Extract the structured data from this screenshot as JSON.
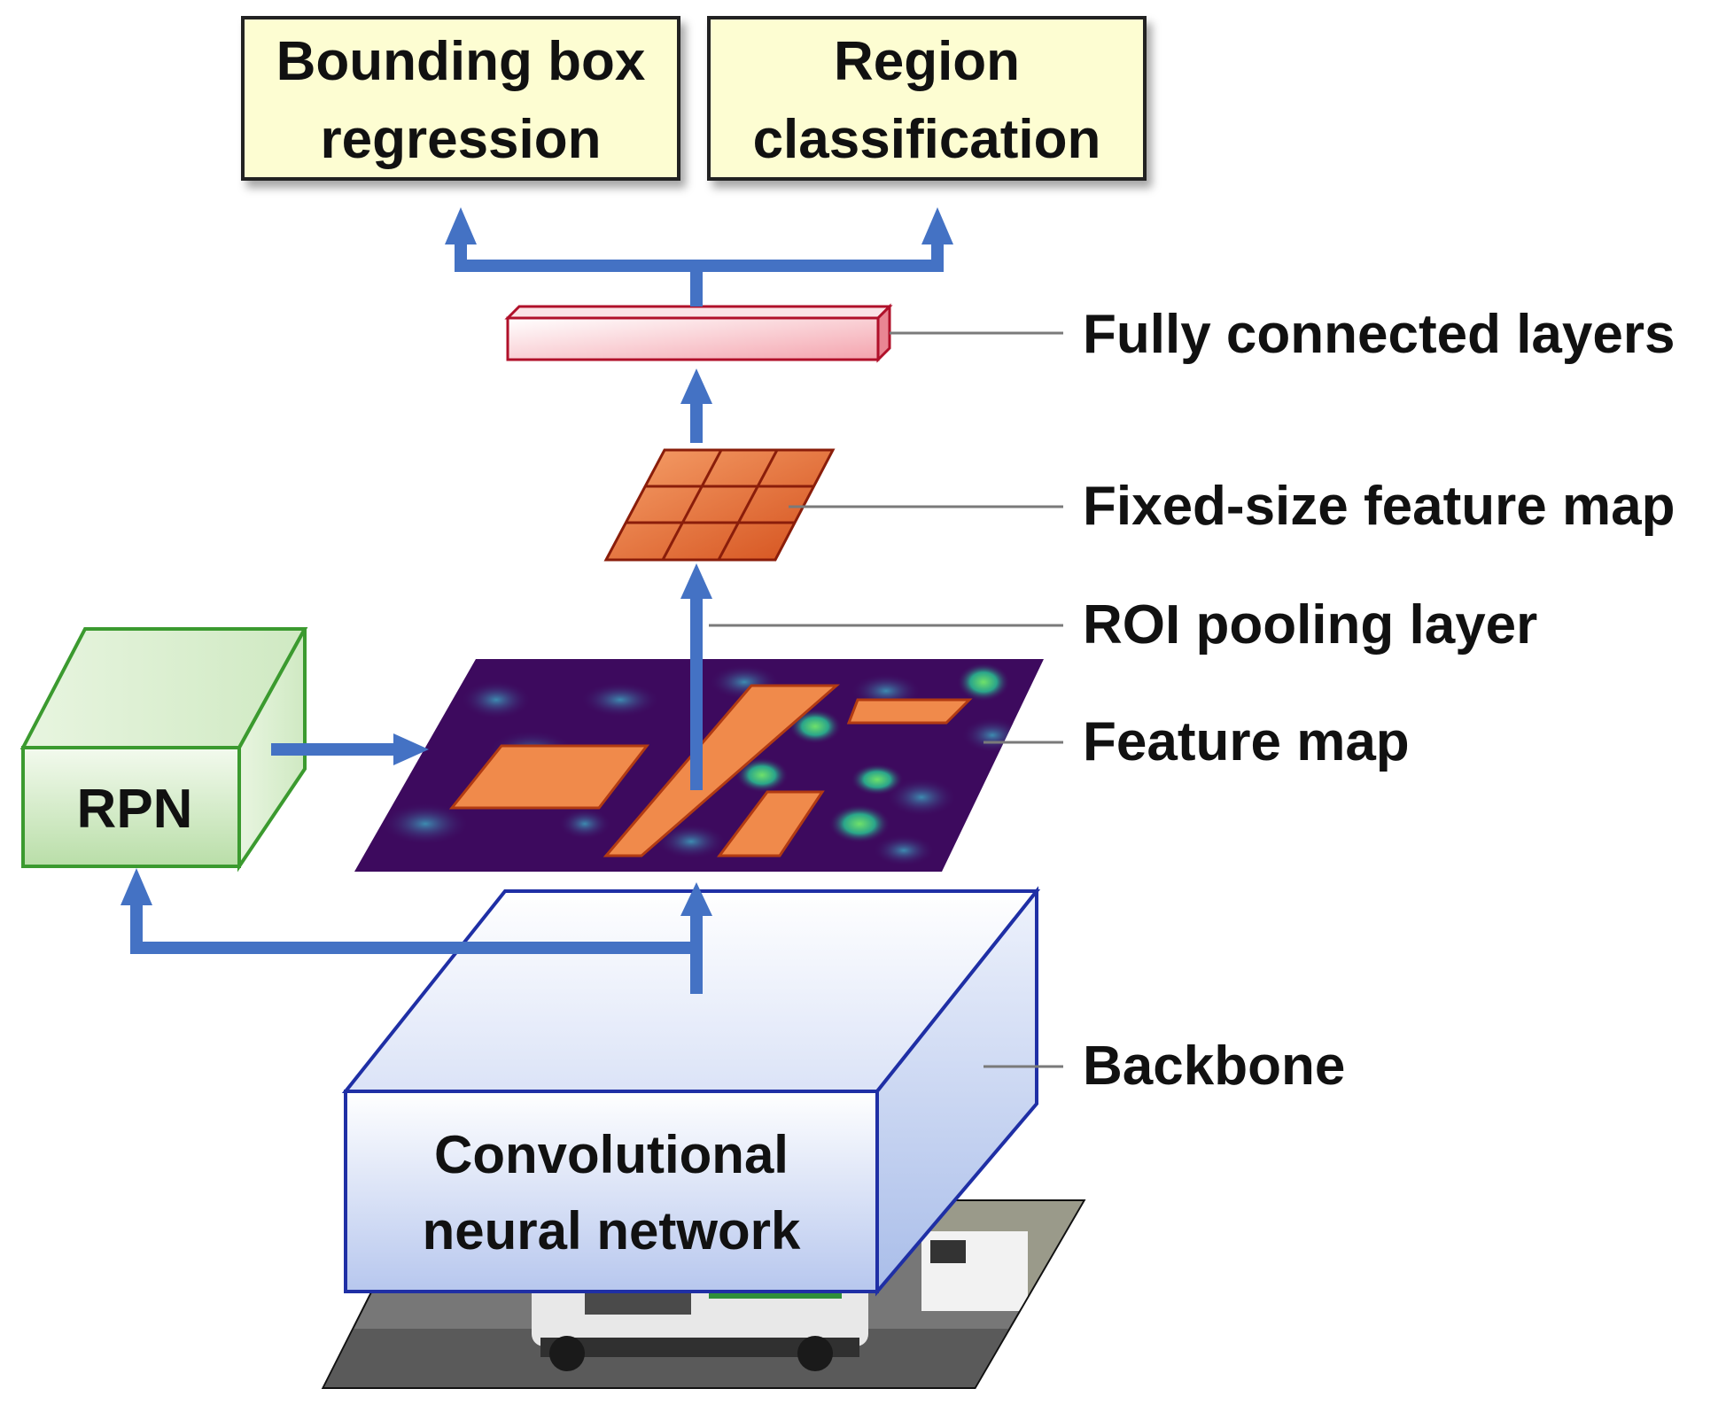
{
  "outputs": {
    "bbox_regression": [
      "Bounding box",
      "regression"
    ],
    "region_classification": [
      "Region",
      "classification"
    ]
  },
  "labels": {
    "fc_layers": "Fully connected layers",
    "fixed_size_map": "Fixed-size feature map",
    "roi_pooling": "ROI pooling layer",
    "feature_map": "Feature map",
    "backbone": "Backbone"
  },
  "rpn": {
    "label": "RPN"
  },
  "cnn": {
    "lines": [
      "Convolutional",
      "neural network"
    ]
  },
  "colors": {
    "arrow": "#4472c4",
    "output_box_fill": "#fdfdd2",
    "rpn_stroke": "#3b9a2f",
    "cnn_stroke": "#1f2fa5",
    "roi_fill": "#f08a4b",
    "feature_map_bg": "#3d0a5e"
  }
}
